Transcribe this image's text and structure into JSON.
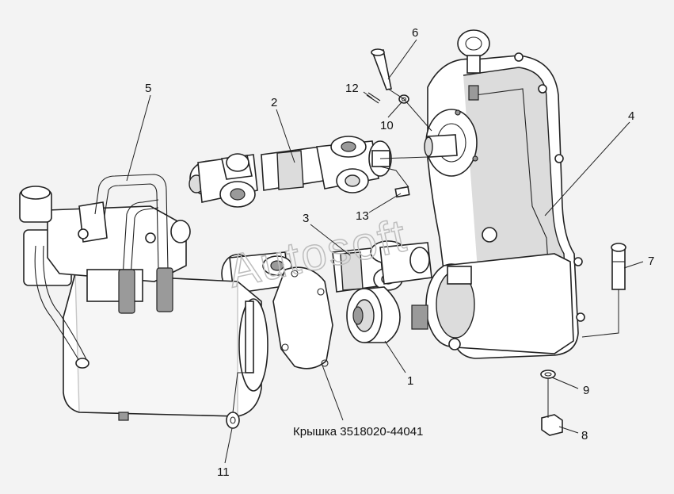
{
  "watermark": "Autosoft",
  "caption": "Крышка 3518020-44041",
  "callouts": [
    {
      "id": "c1",
      "number": "1"
    },
    {
      "id": "c2",
      "number": "2"
    },
    {
      "id": "c3",
      "number": "3"
    },
    {
      "id": "c4",
      "number": "4"
    },
    {
      "id": "c5",
      "number": "5"
    },
    {
      "id": "c6",
      "number": "6"
    },
    {
      "id": "c7",
      "number": "7"
    },
    {
      "id": "c8",
      "number": "8"
    },
    {
      "id": "c9",
      "number": "9"
    },
    {
      "id": "c10",
      "number": "10"
    },
    {
      "id": "c11",
      "number": "11"
    },
    {
      "id": "c12",
      "number": "12"
    },
    {
      "id": "c13",
      "number": "13"
    }
  ]
}
